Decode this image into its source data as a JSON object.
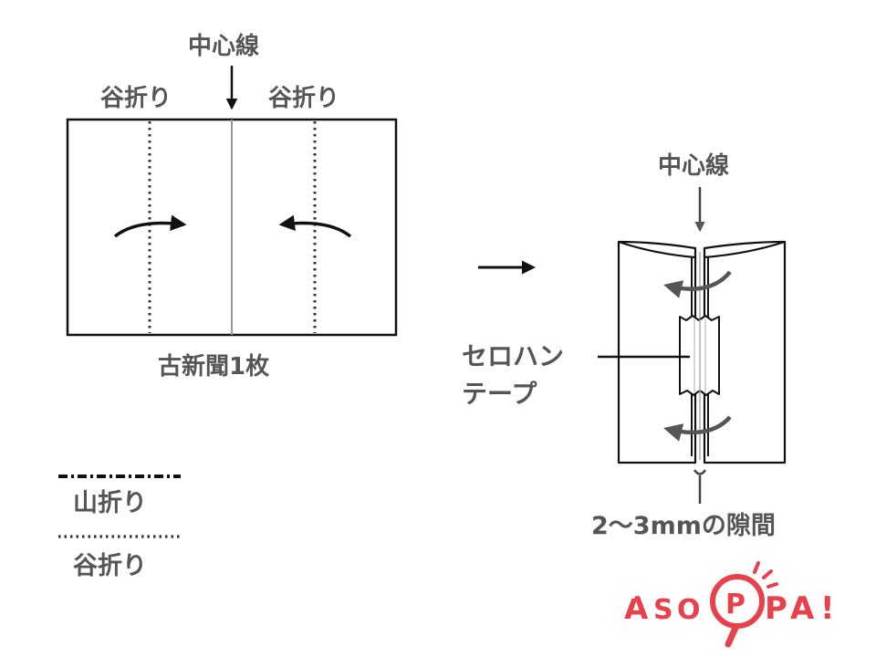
{
  "diagram": {
    "left": {
      "center_line": "中心線",
      "fold_left": "谷折り",
      "fold_right": "谷折り",
      "caption": "古新聞1枚"
    },
    "right": {
      "center_line": "中心線",
      "tape_line1": "セロハン",
      "tape_line2": "テープ",
      "gap": "2〜3mmの隙間"
    },
    "legend": {
      "mountain": "山折り",
      "valley": "谷折り"
    }
  },
  "logo": {
    "text": "ASOPPA!",
    "color": "#e8414b"
  },
  "colors": {
    "label": "#555555",
    "line": "#111111",
    "center": "#999999",
    "arrow_gray": "#555555"
  }
}
